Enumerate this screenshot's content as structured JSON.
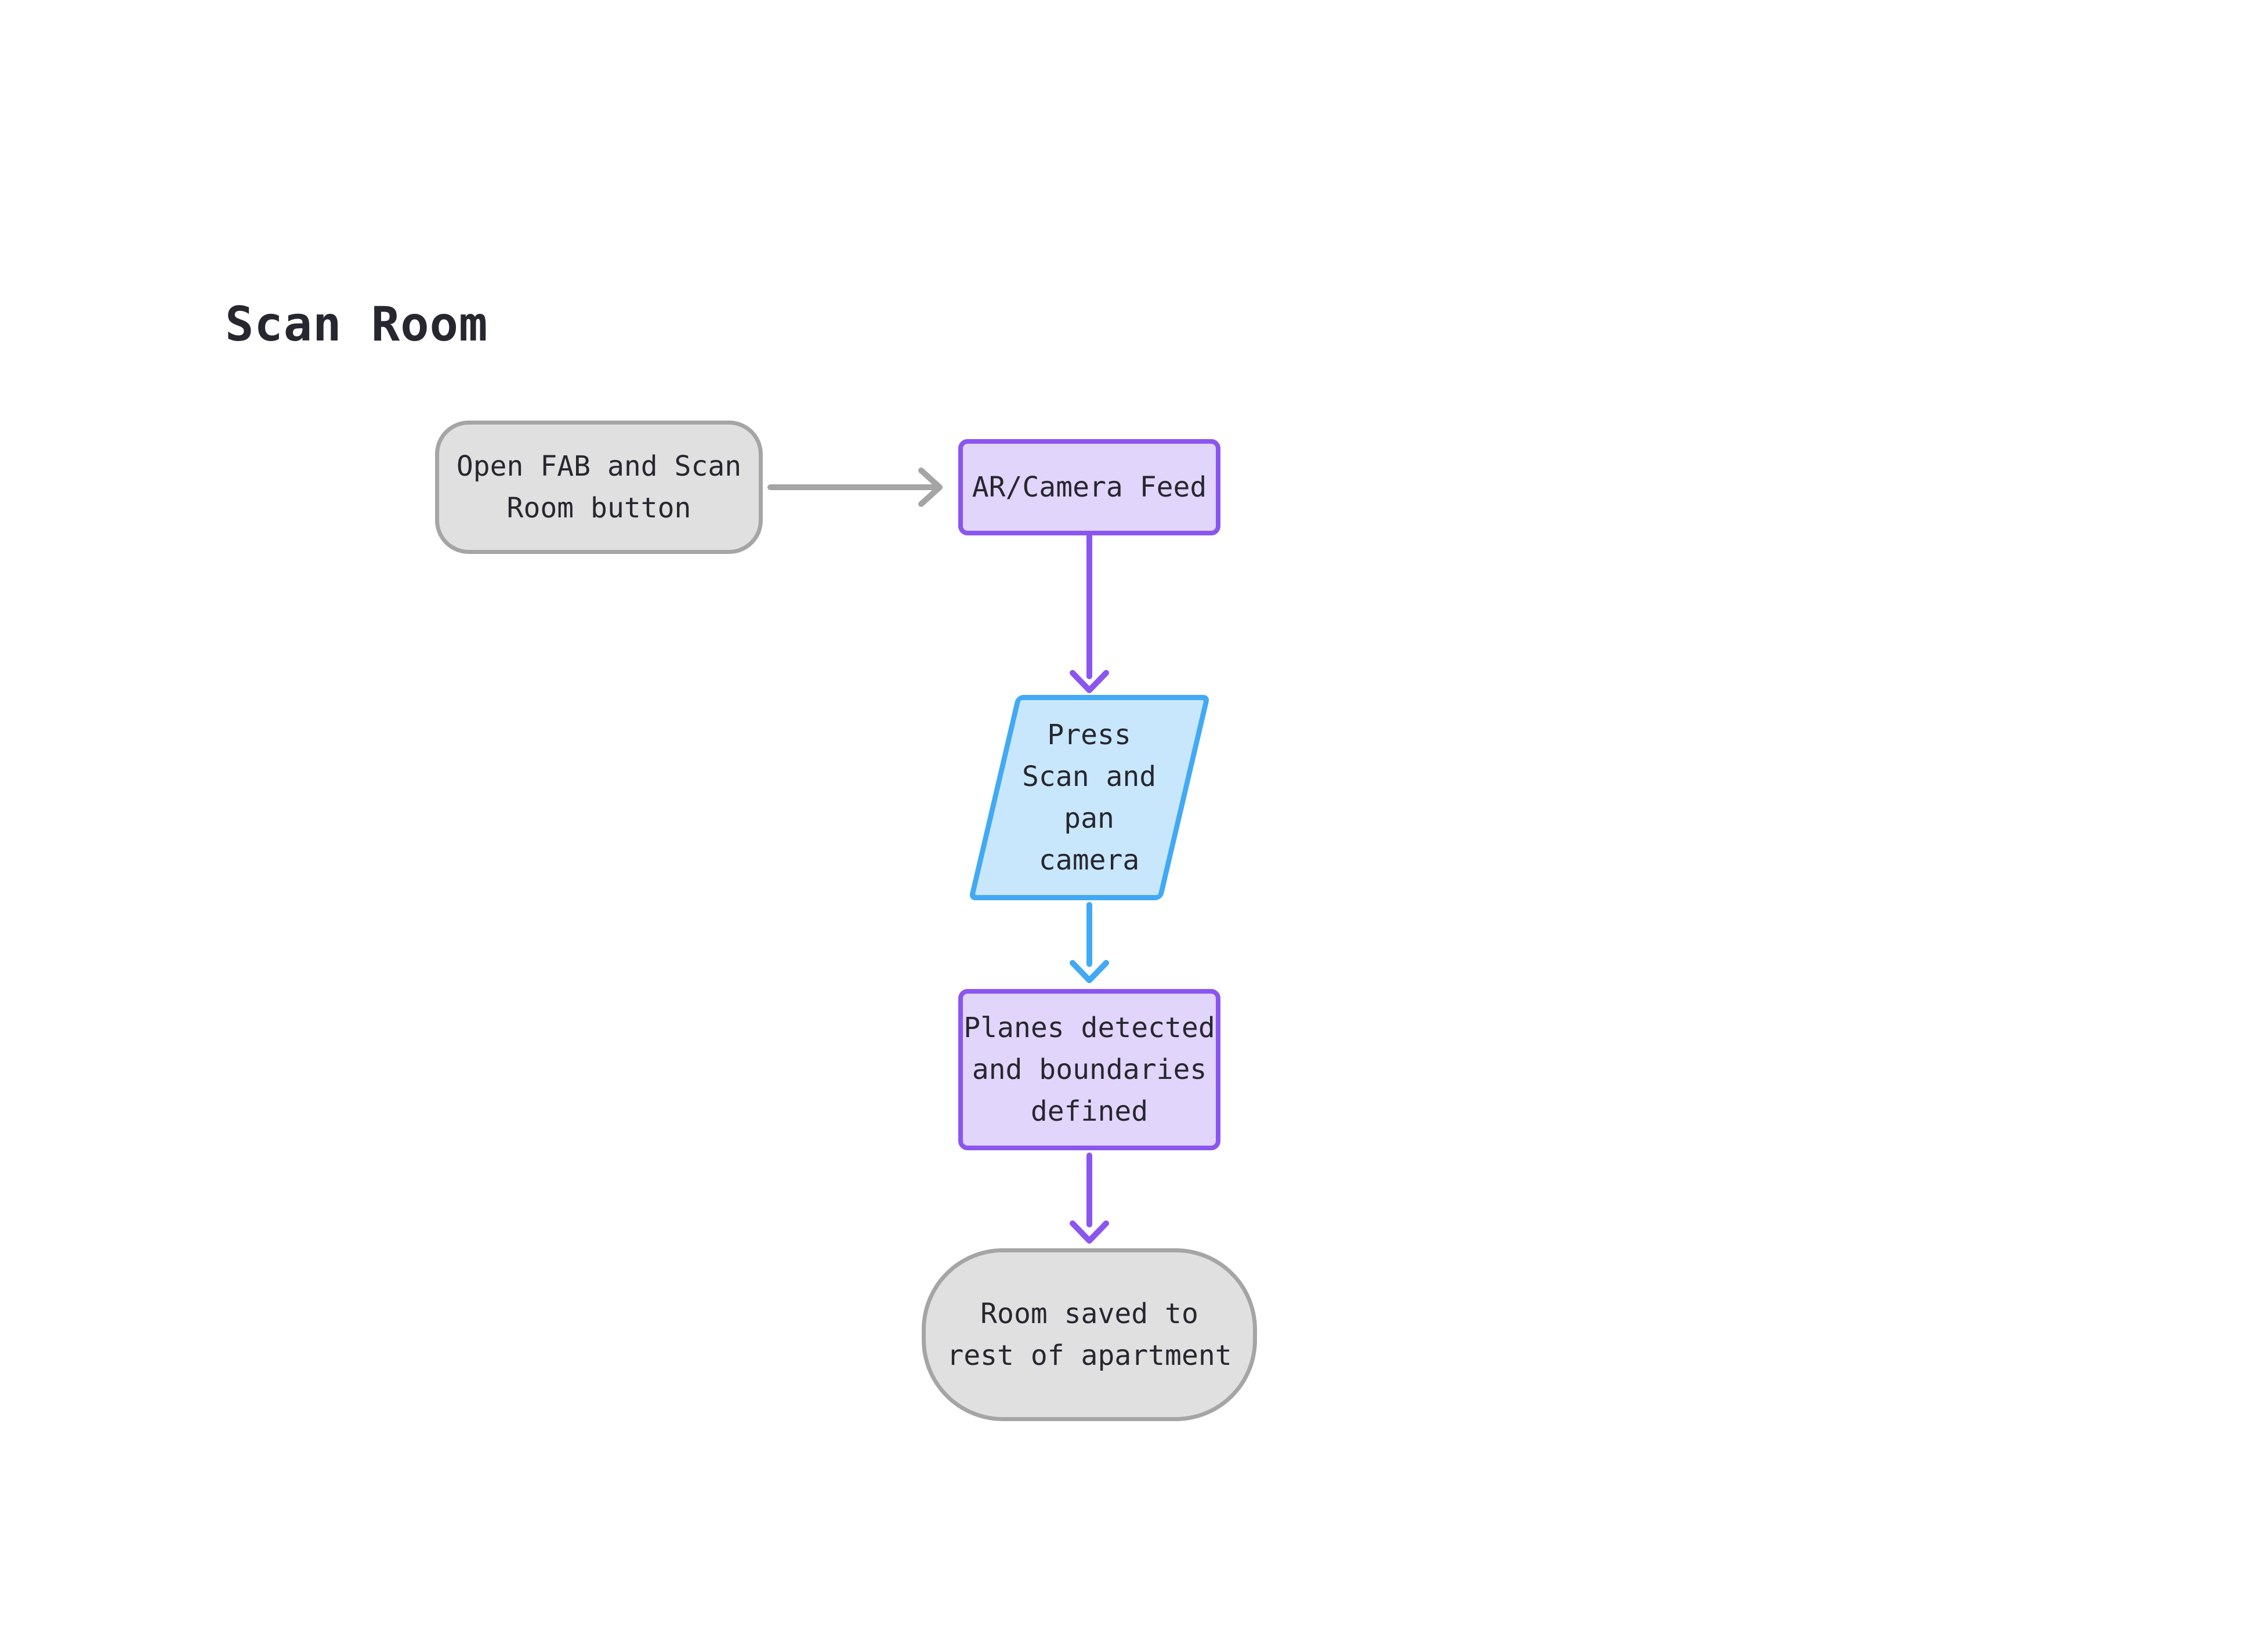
{
  "diagram": {
    "title": "Scan Room",
    "nodes": {
      "open_fab": {
        "shape": "rounded-rect",
        "label": "Open FAB and Scan\nRoom button"
      },
      "ar_feed": {
        "shape": "rect",
        "label": "AR/Camera Feed"
      },
      "press_scan": {
        "shape": "parallelogram",
        "label": "Press\nScan and\npan\ncamera"
      },
      "planes": {
        "shape": "rect",
        "label": "Planes detected\nand boundaries\ndefined"
      },
      "room_saved": {
        "shape": "stadium",
        "label": "Room saved to\nrest of apartment"
      }
    },
    "edges": [
      {
        "from": "open_fab",
        "to": "ar_feed",
        "color": "gray"
      },
      {
        "from": "ar_feed",
        "to": "press_scan",
        "color": "purple"
      },
      {
        "from": "press_scan",
        "to": "planes",
        "color": "blue"
      },
      {
        "from": "planes",
        "to": "room_saved",
        "color": "purple"
      }
    ],
    "colors": {
      "text": "#27272f",
      "gray_fill": "#e0e0e0",
      "gray_stroke": "#a5a5a5",
      "purple_stroke": "#8b55f0",
      "purple_fill": "#e1d5fb",
      "blue_stroke": "#42a9f5",
      "blue_fill": "#c9e7fc"
    }
  }
}
